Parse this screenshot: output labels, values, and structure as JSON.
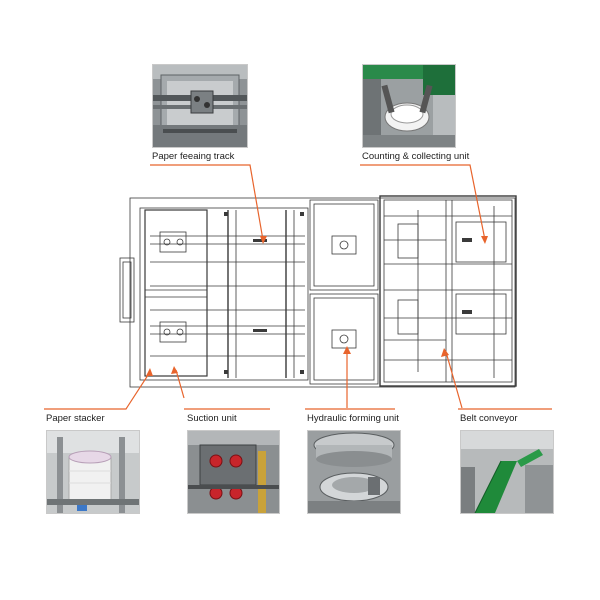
{
  "callouts": {
    "feeding_track": "Paper feeaing track",
    "counting_collecting": "Counting & collecting unit",
    "paper_stacker": "Paper stacker",
    "suction_unit": "Suction unit",
    "hydraulic_forming": "Hydraulic forming unit",
    "belt_conveyor": "Belt conveyor"
  },
  "colors": {
    "leader_line": "#e8642c",
    "machine_line": "#3a3a3a",
    "suction_cup": "#c8252b",
    "belt_green": "#1f8a3a"
  },
  "icons": {
    "feeding_track_photo": "paper-feeding-track-photo",
    "counting_photo": "counting-collecting-unit-photo",
    "stacker_photo": "paper-stacker-photo",
    "suction_photo": "suction-unit-photo",
    "forming_photo": "hydraulic-forming-unit-photo",
    "belt_photo": "belt-conveyor-photo",
    "top_view": "machine-top-view-drawing"
  }
}
